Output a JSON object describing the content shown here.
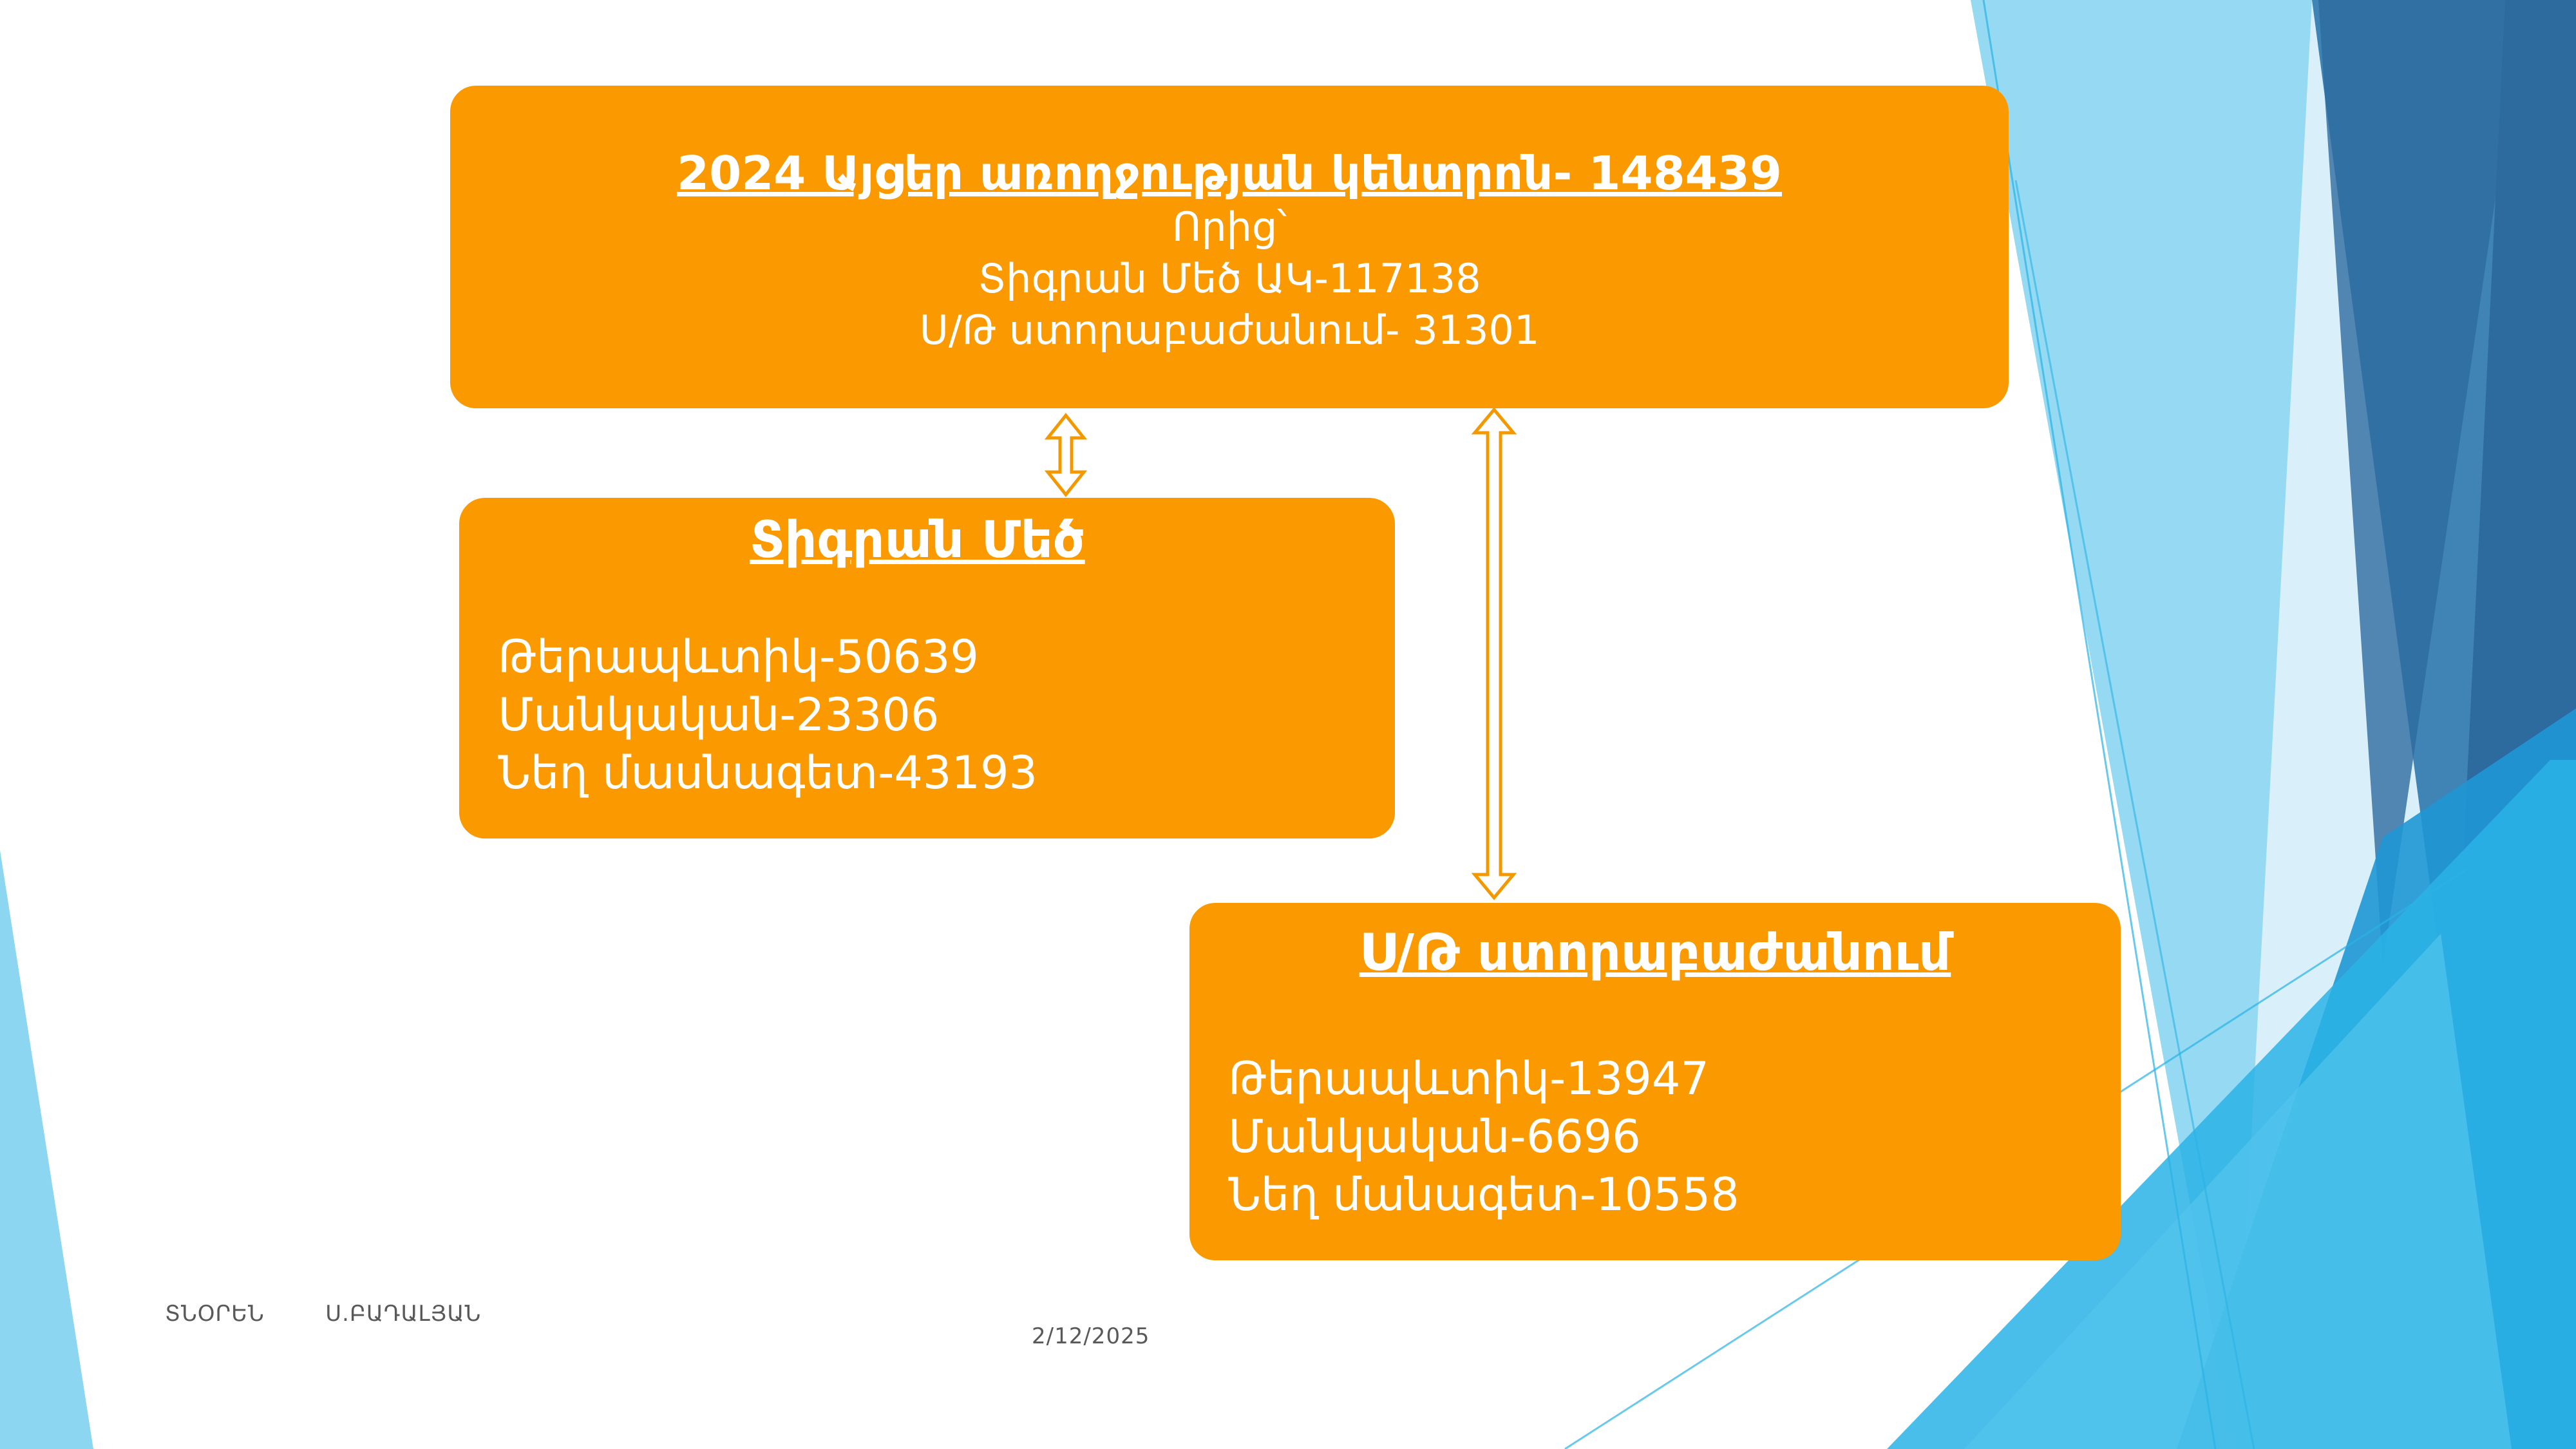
{
  "colors": {
    "box": "#fa9a00",
    "arrow": "#f49800",
    "text_on_box": "#ffffff",
    "footer_text": "#595959",
    "accent_light": "#8dd6f1",
    "accent_mid": "#2ab3e6",
    "accent_dark": "#2d6b9f"
  },
  "main": {
    "title": "2024 Այցեր առողջության կենտրոն- 148439",
    "subtitle": "Որից՝",
    "line1": "Տիգրան Մեծ ԱԿ-117138",
    "line2": "Ս/Թ ստորաբաժանում- 31301"
  },
  "tigran": {
    "title": "Տիգրան Մեծ",
    "items": [
      "Թերապևտիկ-50639",
      "Մանկական-23306",
      "Նեղ մասնագետ-43193"
    ]
  },
  "branch": {
    "title": "Ս/Թ ստորաբաժանում",
    "items": [
      "Թերապևտիկ-13947",
      "Մանկական-6696",
      "Նեղ մանագետ-10558"
    ]
  },
  "footer": {
    "left": "ՏՆՕՐԵՆ        Ս.ԲԱԴԱԼՅԱՆ",
    "date": "2/12/2025"
  }
}
